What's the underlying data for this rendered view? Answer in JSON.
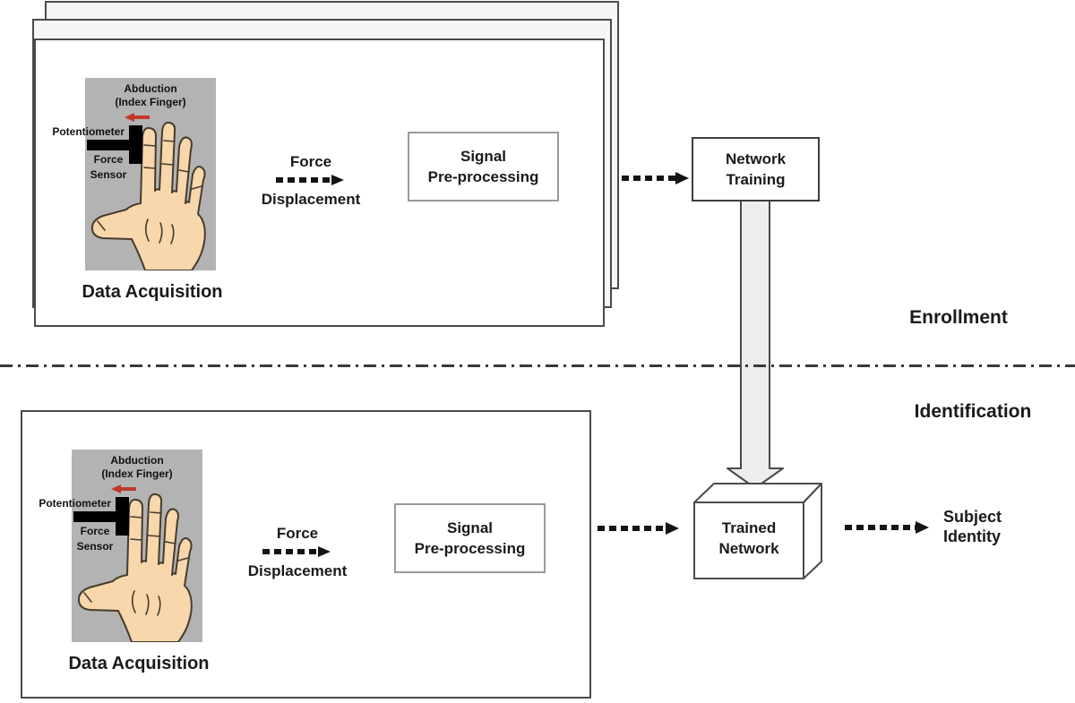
{
  "figure": {
    "sections": {
      "enrollment_label": "Enrollment",
      "identification_label": "Identification"
    },
    "acquisition_panel": {
      "caption": "Data Acquisition",
      "hand_image": {
        "abduction_line1": "Abduction",
        "abduction_line2": "(Index Finger)",
        "potentiometer_label": "Potentiometer",
        "force_sensor_line1": "Force",
        "force_sensor_line2": "Sensor"
      },
      "flow_label": {
        "top": "Force",
        "bottom": "Displacement"
      },
      "signal_box": {
        "line1": "Signal",
        "line2": "Pre-processing"
      }
    },
    "network_training_box": {
      "line1": "Network",
      "line2": "Training"
    },
    "trained_network_box": {
      "line1": "Trained",
      "line2": "Network"
    },
    "subject_identity_label": {
      "line1": "Subject",
      "line2": "Identity"
    },
    "colors": {
      "panel_border": "#4a4a4a",
      "signal_box_border": "#9a9a9a",
      "node_border": "#3d3d3d",
      "arrow_black": "#141414",
      "red_arrow": "#c0392b",
      "image_background": "#b3b3b3",
      "hand_skin": "#f7d7ab",
      "block_arrow_fill": "#ededed"
    }
  }
}
